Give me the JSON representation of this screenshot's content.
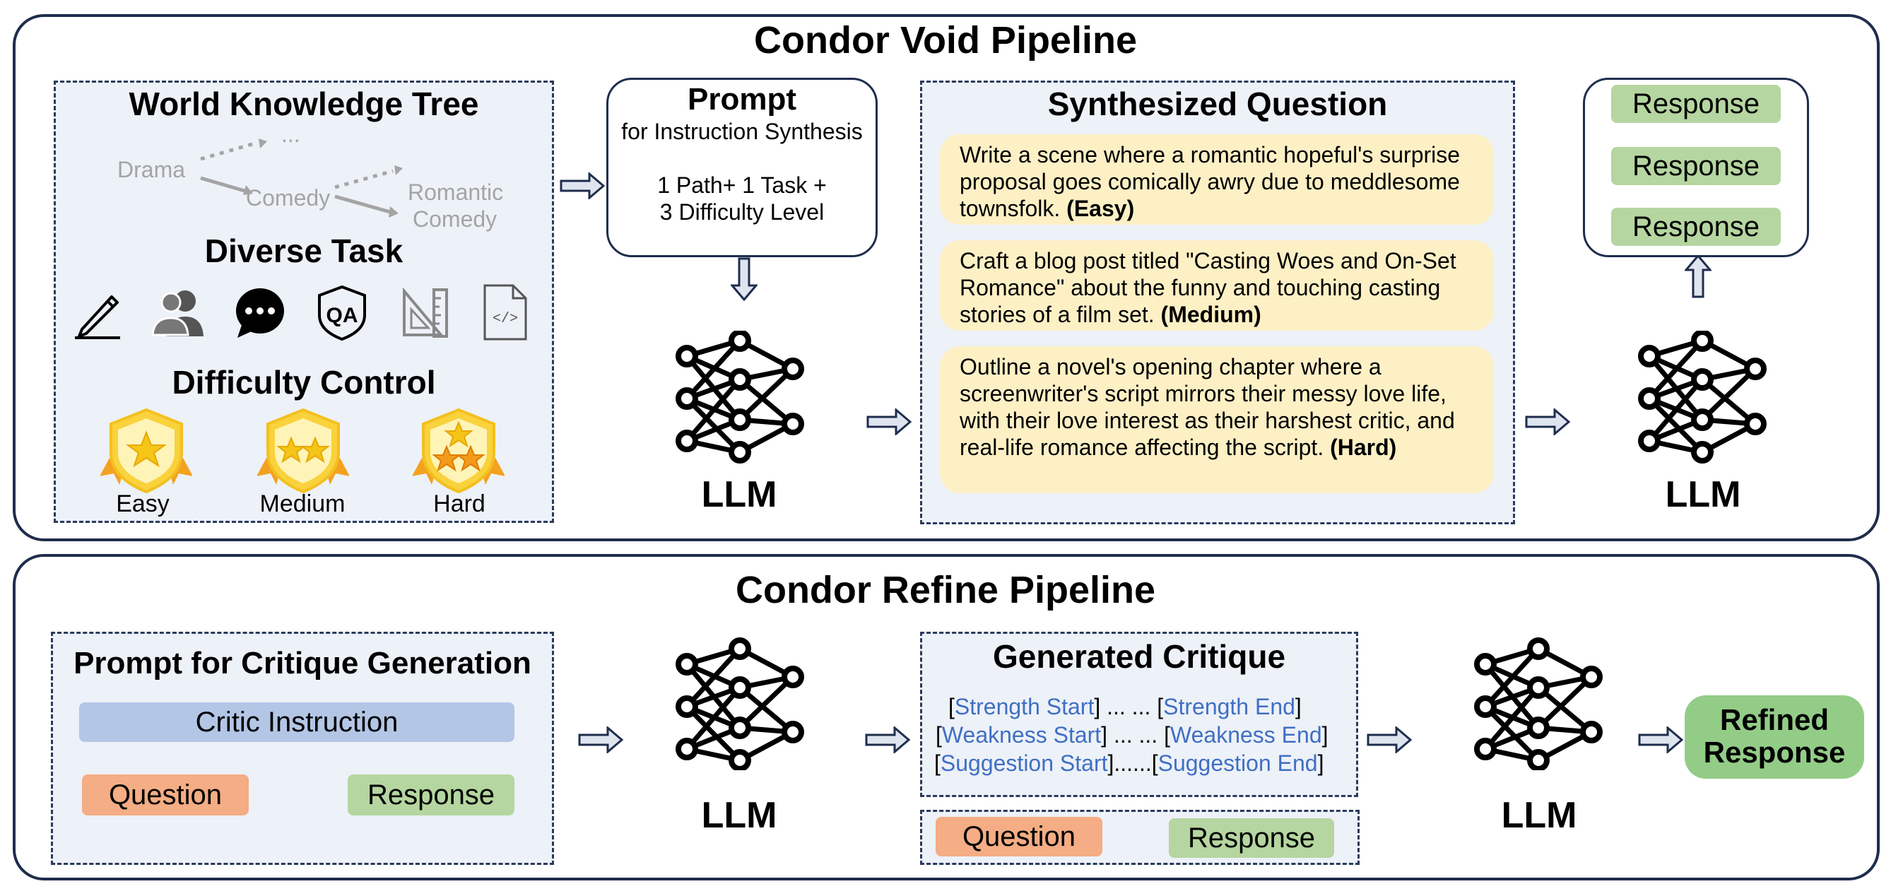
{
  "void": {
    "title": "Condor Void Pipeline",
    "tree": {
      "title": "World Knowledge Tree",
      "nodes": [
        "Drama",
        "...",
        "Comedy",
        "Romantic",
        "Comedy"
      ]
    },
    "task": {
      "title": "Diverse Task",
      "icons": [
        "pencil-icon",
        "users-icon",
        "chat-bubble-icon",
        "qa-shield-icon",
        "ruler-triangle-icon",
        "code-file-icon"
      ]
    },
    "difficulty": {
      "title": "Difficulty Control",
      "levels": [
        "Easy",
        "Medium",
        "Hard"
      ]
    },
    "prompt": {
      "title": "Prompt",
      "subtitle": "for Instruction Synthesis",
      "line1": "1 Path+ 1 Task +",
      "line2": "3 Difficulty Level"
    },
    "llm_label": "LLM",
    "synth": {
      "title": "Synthesized Question",
      "q1": "Write a scene where a romantic hopeful's surprise proposal goes comically awry due to meddlesome townsfolk.",
      "q1_level": "(Easy)",
      "q2": "Craft a blog post titled \"Casting Woes and On-Set Romance\" about the funny and touching casting stories of a film set.",
      "q2_level": "(Medium)",
      "q3": "Outline a novel's opening chapter where a screenwriter's script mirrors their messy love life, with their love interest as their harshest critic, and real-life romance affecting the script.",
      "q3_level": "(Hard)"
    },
    "responses": [
      "Response",
      "Response",
      "Response"
    ]
  },
  "refine": {
    "title": "Condor Refine Pipeline",
    "prompt": {
      "title": "Prompt for Critique Generation",
      "instruction": "Critic Instruction",
      "question": "Question",
      "response": "Response"
    },
    "llm_label": "LLM",
    "critique": {
      "title": "Generated Critique",
      "strength_start": "Strength Start",
      "strength_end": "Strength End",
      "weakness_start": "Weakness Start",
      "weakness_end": "Weakness End",
      "suggestion_start": "Suggestion Start",
      "suggestion_end": "Suggestion End",
      "ellipsis_short": "... ...",
      "ellipsis_long": "......",
      "question": "Question",
      "response": "Response"
    },
    "refined": "Refined Response"
  },
  "colors": {
    "border": "#1f2d4d",
    "panel_bg": "#edf1f8",
    "question_card": "#fdf0c5",
    "response_green": "#b5d6a0",
    "question_orange": "#f4ad84",
    "instruction_blue": "#b3c6e6",
    "critique_tag_blue": "#3f6fc4",
    "medal_gold": "#f5c518"
  }
}
